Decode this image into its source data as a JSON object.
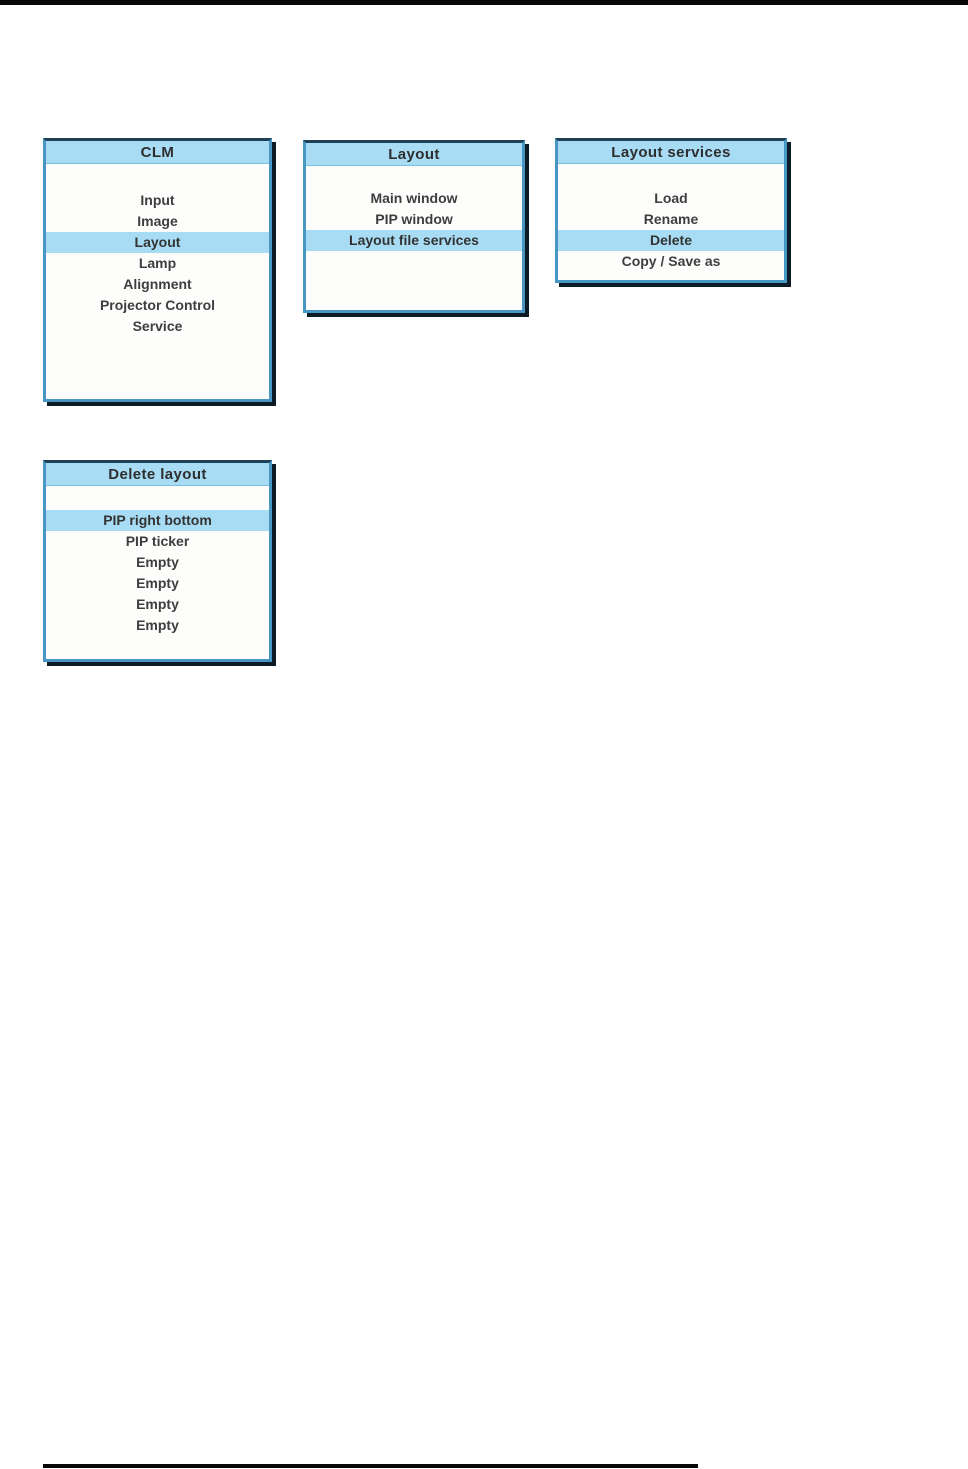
{
  "colors": {
    "menu_border_blue": "#4796c3",
    "menu_border_top_dark": "#1d4158",
    "menu_shadow": "#0c1b26",
    "header_bg": "#a7dcf4",
    "highlight_bg": "#a7dcf4",
    "text": "#3e3e3e",
    "page_rule": "#070707",
    "page_bg": "#ffffff"
  },
  "menus": [
    {
      "id": "clm",
      "title": "CLM",
      "items": [
        {
          "label": "Input",
          "highlighted": false
        },
        {
          "label": "Image",
          "highlighted": false
        },
        {
          "label": "Layout",
          "highlighted": true
        },
        {
          "label": "Lamp",
          "highlighted": false
        },
        {
          "label": "Alignment",
          "highlighted": false
        },
        {
          "label": "Projector Control",
          "highlighted": false
        },
        {
          "label": "Service",
          "highlighted": false
        }
      ]
    },
    {
      "id": "layout",
      "title": "Layout",
      "items": [
        {
          "label": "Main window",
          "highlighted": false
        },
        {
          "label": "PIP window",
          "highlighted": false
        },
        {
          "label": "Layout file services",
          "highlighted": true
        }
      ]
    },
    {
      "id": "layout-services",
      "title": "Layout services",
      "items": [
        {
          "label": "Load",
          "highlighted": false
        },
        {
          "label": "Rename",
          "highlighted": false
        },
        {
          "label": "Delete",
          "highlighted": true
        },
        {
          "label": "Copy / Save as",
          "highlighted": false
        }
      ]
    },
    {
      "id": "delete-layout",
      "title": "Delete layout",
      "items": [
        {
          "label": "PIP right bottom",
          "highlighted": true
        },
        {
          "label": "PIP ticker",
          "highlighted": false
        },
        {
          "label": "Empty",
          "highlighted": false
        },
        {
          "label": "Empty",
          "highlighted": false
        },
        {
          "label": "Empty",
          "highlighted": false
        },
        {
          "label": "Empty",
          "highlighted": false
        }
      ]
    }
  ]
}
